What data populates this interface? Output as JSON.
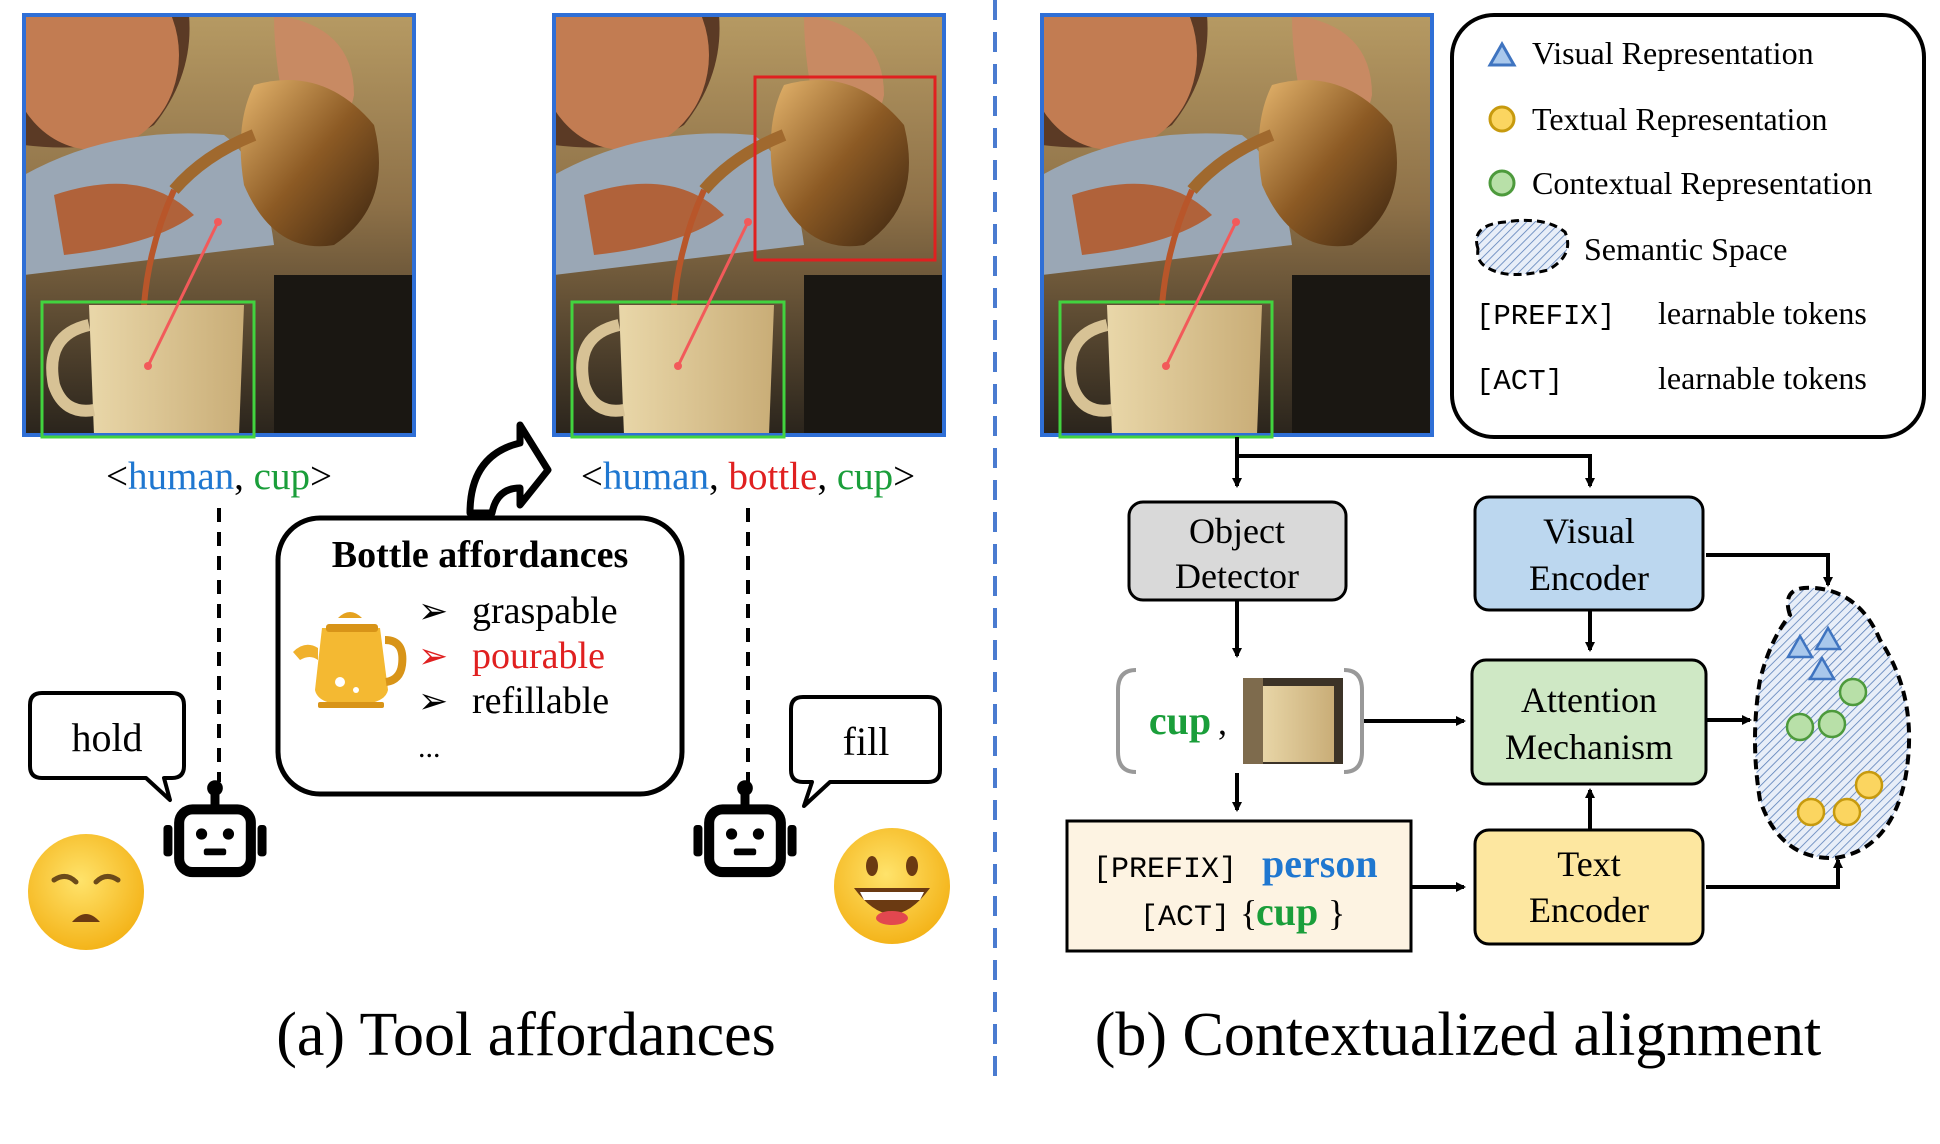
{
  "colors": {
    "human": "#1f77d0",
    "bottle": "#e02020",
    "cup": "#1a9e3a",
    "object_detector_fill": "#d9d9d9",
    "visual_encoder_fill": "#bcd7ef",
    "attention_fill": "#cfe8c5",
    "text_encoder_fill": "#fde7a0",
    "prompt_fill": "#fdf3e2",
    "frame_blue": "#2f6fd6",
    "bbox_green": "#42d33f",
    "bbox_red": "#e02020",
    "divider": "#4a7bd0"
  },
  "panel_a": {
    "triplet_left": {
      "open": "<",
      "human": "human",
      "comma": ", ",
      "cup": "cup",
      "close": ">"
    },
    "triplet_right": {
      "open": "<",
      "human": "human",
      "comma1": ", ",
      "bottle": "bottle",
      "comma2": ", ",
      "cup": "cup",
      "close": ">"
    },
    "affordance_box": {
      "title": "Bottle affordances",
      "items": [
        "graspable",
        "pourable",
        "refillable"
      ],
      "highlighted": "pourable",
      "ellipsis": "..."
    },
    "bubble_left": "hold",
    "bubble_right": "fill",
    "caption": "(a) Tool affordances"
  },
  "panel_b": {
    "legend": {
      "visual": "Visual Representation",
      "textual": "Textual Representation",
      "contextual": "Contextual Representation",
      "semantic": "Semantic Space",
      "prefix_token": "[PREFIX]",
      "prefix_desc": "learnable tokens",
      "act_token": "[ACT]",
      "act_desc": "learnable tokens"
    },
    "object_detector": [
      "Object",
      "Detector"
    ],
    "visual_encoder": [
      "Visual",
      "Encoder"
    ],
    "attention": [
      "Attention",
      "Mechanism"
    ],
    "text_encoder": [
      "Text",
      "Encoder"
    ],
    "detected_word": "cup",
    "detected_comma": ",",
    "prompt_prefix": "[PREFIX]",
    "prompt_person": "person",
    "prompt_act": "[ACT]",
    "prompt_open": "{",
    "prompt_cup": "cup",
    "prompt_close": "}",
    "caption": "(b) Contextualized alignment"
  }
}
